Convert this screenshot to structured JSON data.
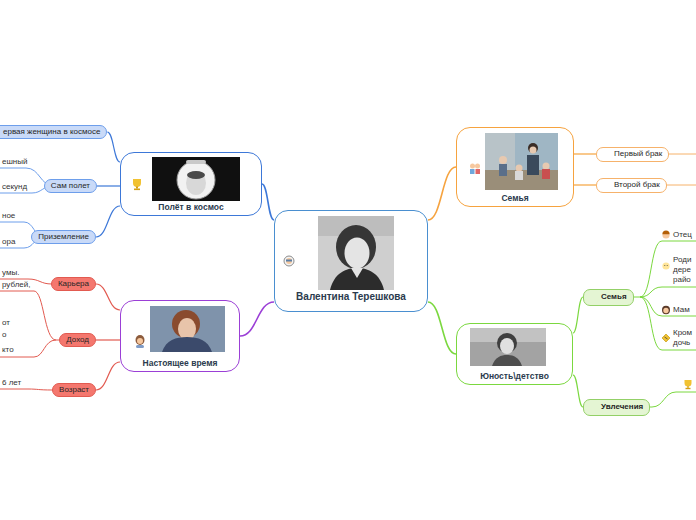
{
  "diagram": {
    "nodes": [
      {
        "text": [
          "Валентина Терешкова"
        ]
      },
      {
        "text": [
          "Полёт в космос"
        ]
      },
      {
        "text": [
          "ервая женщина в космосе"
        ]
      },
      {
        "text": [
          "Сам полет"
        ]
      },
      {
        "text": [
          "Приземление"
        ]
      },
      {
        "text": [
          "Настоящее время"
        ]
      },
      {
        "text": [
          "Карьера"
        ]
      },
      {
        "text": [
          "Доход"
        ]
      },
      {
        "text": [
          "Возраст"
        ]
      },
      {
        "text": [
          "Семья"
        ]
      },
      {
        "text": [
          "Первый брак"
        ]
      },
      {
        "text": [
          "Второй брак"
        ]
      },
      {
        "text": [
          "Юность\\детство"
        ]
      },
      {
        "text": [
          "Семья"
        ]
      },
      {
        "text": [
          "Увлечения"
        ]
      }
    ],
    "edges": [
      {
        "from": 0,
        "to": 1,
        "arrow": "none"
      },
      {
        "from": 1,
        "to": 2,
        "arrow": "none"
      },
      {
        "from": 1,
        "to": 3,
        "arrow": "none"
      },
      {
        "from": 1,
        "to": 4,
        "arrow": "none"
      },
      {
        "from": 0,
        "to": 5,
        "arrow": "none"
      },
      {
        "from": 5,
        "to": 6,
        "arrow": "none"
      },
      {
        "from": 5,
        "to": 7,
        "arrow": "none"
      },
      {
        "from": 5,
        "to": 8,
        "arrow": "none"
      },
      {
        "from": 0,
        "to": 9,
        "arrow": "none"
      },
      {
        "from": 9,
        "to": 10,
        "arrow": "none"
      },
      {
        "from": 9,
        "to": 11,
        "arrow": "none"
      },
      {
        "from": 0,
        "to": 12,
        "arrow": "none"
      },
      {
        "from": 12,
        "to": 13,
        "arrow": "none"
      },
      {
        "from": 12,
        "to": 14,
        "arrow": "none"
      }
    ],
    "labels": [
      "ешный",
      "секунд",
      "ное",
      "ора",
      "умы.",
      "рублей,",
      "от",
      "о",
      "кто",
      "6 лет",
      "Отец",
      "Роди",
      "дере",
      "райо",
      "Мам",
      "Кром",
      "дочь"
    ]
  }
}
